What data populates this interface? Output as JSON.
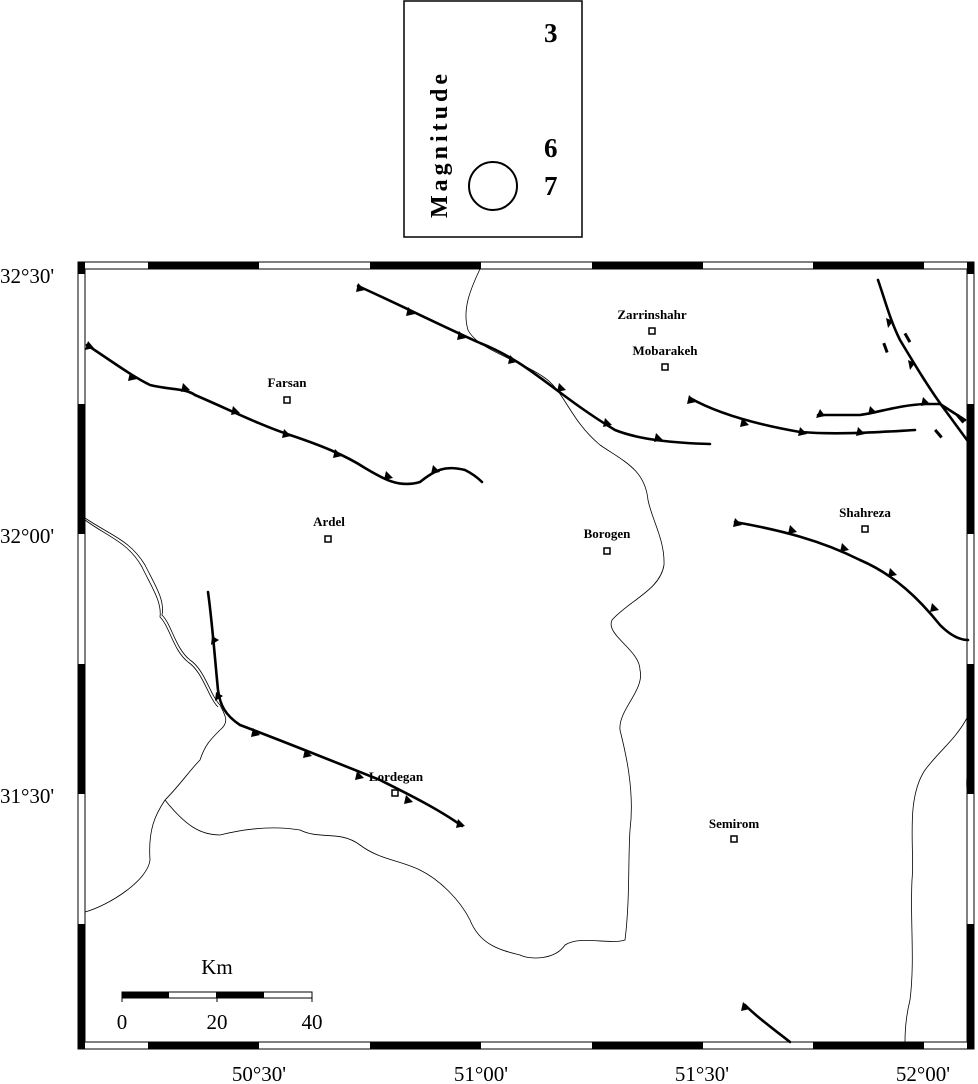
{
  "legend": {
    "title": "Magnitude",
    "magnitudes": [
      "3",
      "6",
      "7"
    ]
  },
  "scale_bar": {
    "unit": "Km",
    "ticks": [
      "0",
      "20",
      "40"
    ]
  },
  "axes": {
    "lat_labels": [
      "32°30'",
      "32°00'",
      "31°30'"
    ],
    "lon_labels": [
      "50°30'",
      "51°00'",
      "51°30'",
      "52°00'"
    ]
  },
  "cities": [
    {
      "name": "Zarrinshahr"
    },
    {
      "name": "Mobarakeh"
    },
    {
      "name": "Farsan"
    },
    {
      "name": "Ardel"
    },
    {
      "name": "Borogen"
    },
    {
      "name": "Shahreza"
    },
    {
      "name": "Lordegan"
    },
    {
      "name": "Semirom"
    }
  ]
}
